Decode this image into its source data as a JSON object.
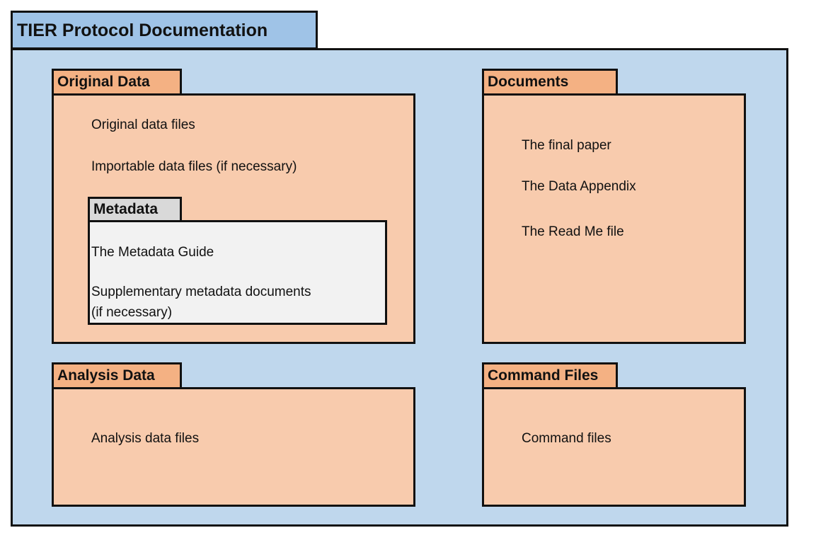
{
  "diagram": {
    "title": "TIER Protocol Documentation",
    "packages": {
      "original_data": {
        "title": "Original Data",
        "items": [
          "Original data files",
          "Importable data files (if necessary)"
        ],
        "metadata": {
          "title": "Metadata",
          "items": [
            "The Metadata Guide",
            "Supplementary metadata documents",
            "(if necessary)"
          ]
        }
      },
      "documents": {
        "title": "Documents",
        "items": [
          "The final paper",
          "The Data Appendix",
          "The Read Me file"
        ]
      },
      "analysis_data": {
        "title": "Analysis Data",
        "items": [
          "Analysis data files"
        ]
      },
      "command_files": {
        "title": "Command Files",
        "items": [
          "Command files"
        ]
      }
    }
  },
  "colors": {
    "outer_tab": "#9fc3e7",
    "outer_body": "#bfd7ed",
    "package_tab": "#f4b183",
    "package_body": "#f8cbad",
    "metadata_tab": "#d9d9d9",
    "metadata_body": "#f2f2f2"
  }
}
